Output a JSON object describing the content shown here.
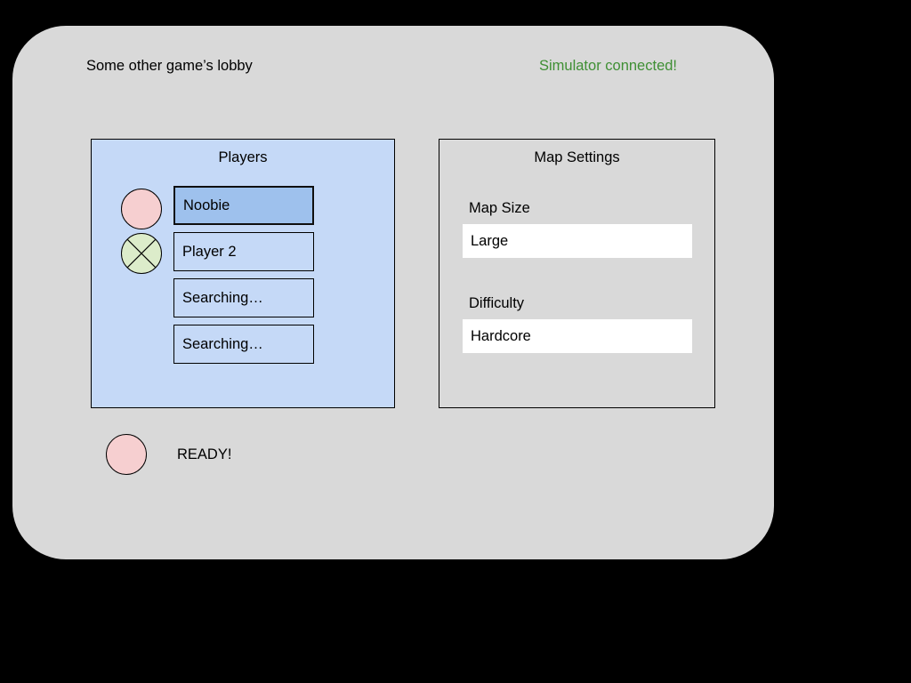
{
  "window": {
    "title": "Some other game’s lobby",
    "status_text": "Simulator connected!",
    "status_color": "#3f8f34",
    "background_color": "#d9d9d9",
    "screen_color": "#000000"
  },
  "players_panel": {
    "title": "Players",
    "background_color": "#c5d9f7",
    "selected_slot_color": "#9ec1ed",
    "avatars": [
      {
        "name": "avatar-noobie",
        "fill": "#f6cfd0",
        "marker": "none"
      },
      {
        "name": "avatar-player-2",
        "fill": "#dcecca",
        "marker": "cross"
      }
    ],
    "slots": [
      {
        "label": "Noobie",
        "selected": true
      },
      {
        "label": "Player 2",
        "selected": false
      },
      {
        "label": "Searching…",
        "selected": false
      },
      {
        "label": "Searching…",
        "selected": false
      }
    ]
  },
  "map_panel": {
    "title": "Map Settings",
    "background_color": "#d9d9d9",
    "settings": [
      {
        "label": "Map Size",
        "value": "Large"
      },
      {
        "label": "Difficulty",
        "value": "Hardcore"
      }
    ]
  },
  "ready": {
    "label": "READY!",
    "indicator_fill": "#f6cfd0"
  }
}
